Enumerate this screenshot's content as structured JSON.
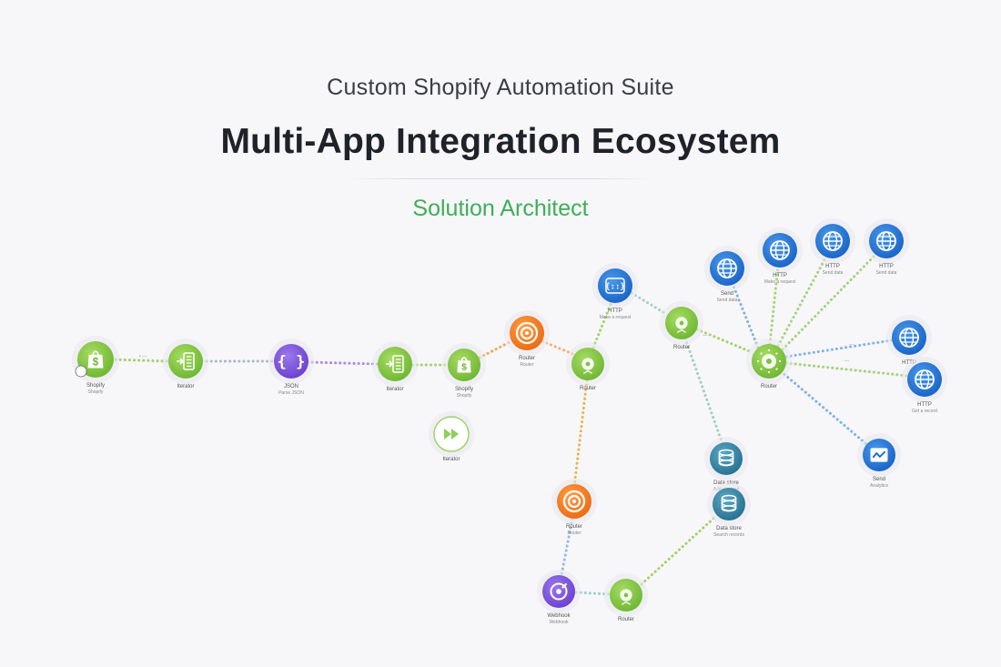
{
  "header": {
    "suite": "Custom Shopify Automation Suite",
    "title": "Multi-App Integration Ecosystem",
    "role": "Solution Architect"
  },
  "colors": {
    "green": "#7fc142",
    "purple": "#7a4fd8",
    "orange": "#f07a1e",
    "blue": "#1f74d6",
    "teal": "#2f85a6",
    "title": "#1f2329",
    "accent": "#3fae5a"
  },
  "nodes": [
    {
      "id": "shopify-trigger",
      "kind": "green",
      "icon": "shopify-bag-icon",
      "label": "Shopify",
      "sub": "Shopify"
    },
    {
      "id": "iterator-1",
      "kind": "green",
      "icon": "list-arrow-icon",
      "label": "Iterator",
      "sub": ""
    },
    {
      "id": "json-parse",
      "kind": "purple",
      "icon": "json-brackets-icon",
      "label": "JSON",
      "sub": "Parse JSON"
    },
    {
      "id": "iterator-2",
      "kind": "green",
      "icon": "list-arrow-icon",
      "label": "Iterator",
      "sub": ""
    },
    {
      "id": "shopify-action",
      "kind": "green",
      "icon": "shopify-bag-icon",
      "label": "Shopify",
      "sub": "Shopify"
    },
    {
      "id": "router-orange-1",
      "kind": "orange",
      "icon": "target-icon",
      "label": "Router",
      "sub": "Router"
    },
    {
      "id": "router-green-1",
      "kind": "green",
      "icon": "router-dot-icon",
      "label": "Router",
      "sub": ""
    },
    {
      "id": "http-node",
      "kind": "blue",
      "icon": "http-brackets-icon",
      "label": "HTTP",
      "sub": "Make a request"
    },
    {
      "id": "router-green-2",
      "kind": "green",
      "icon": "router-dot-icon",
      "label": "Router",
      "sub": ""
    },
    {
      "id": "hub-router",
      "kind": "green",
      "icon": "hub-router-icon",
      "label": "Router",
      "sub": ""
    },
    {
      "id": "web-1",
      "kind": "blue",
      "icon": "globe-icon",
      "label": "Send",
      "sub": "Send data"
    },
    {
      "id": "web-2",
      "kind": "blue",
      "icon": "globe-icon",
      "label": "HTTP",
      "sub": "Make a request"
    },
    {
      "id": "web-3",
      "kind": "blue",
      "icon": "globe-icon",
      "label": "HTTP",
      "sub": "Send data"
    },
    {
      "id": "web-4",
      "kind": "blue",
      "icon": "globe-icon",
      "label": "HTTP",
      "sub": "Send data"
    },
    {
      "id": "web-5",
      "kind": "blue",
      "icon": "globe-icon",
      "label": "HTTP",
      "sub": ""
    },
    {
      "id": "web-6",
      "kind": "blue",
      "icon": "globe-icon",
      "label": "HTTP",
      "sub": "Get a record"
    },
    {
      "id": "analytics",
      "kind": "blue",
      "icon": "analytics-chart-icon",
      "label": "Send",
      "sub": "Analytics"
    },
    {
      "id": "db-1",
      "kind": "teal",
      "icon": "database-icon",
      "label": "Data store",
      "sub": "Add a record"
    },
    {
      "id": "db-2",
      "kind": "teal",
      "icon": "database-icon",
      "label": "Data store",
      "sub": "Search records"
    },
    {
      "id": "router-orange-2",
      "kind": "orange",
      "icon": "target-icon",
      "label": "Router",
      "sub": "Router"
    },
    {
      "id": "tracker",
      "kind": "purple",
      "icon": "tracker-icon",
      "label": "Webhook",
      "sub": "Webhook"
    },
    {
      "id": "router-green-3",
      "kind": "green",
      "icon": "router-dot-icon",
      "label": "Router",
      "sub": ""
    },
    {
      "id": "play-node",
      "kind": "ghost",
      "icon": "fast-forward-icon",
      "label": "Iterator",
      "sub": ""
    }
  ]
}
